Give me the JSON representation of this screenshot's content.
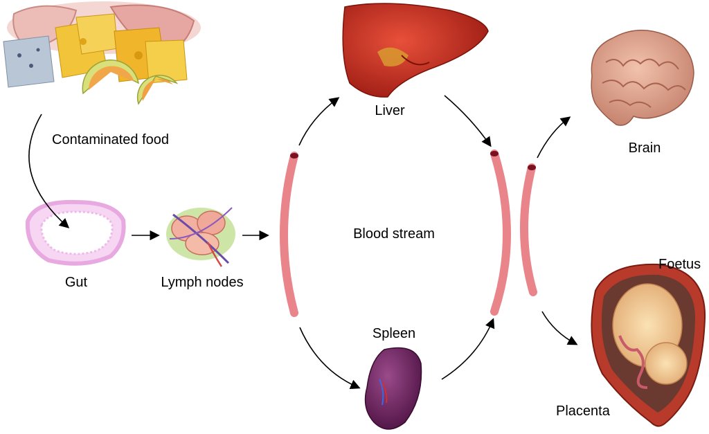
{
  "labels": {
    "contaminated_food": "Contaminated food",
    "gut": "Gut",
    "lymph_nodes": "Lymph nodes",
    "blood_stream": "Blood stream",
    "liver": "Liver",
    "spleen": "Spleen",
    "brain": "Brain",
    "foetus": "Foetus",
    "placenta": "Placenta"
  },
  "colors": {
    "vessel": "#e8848a",
    "vessel_end": "#7a1020",
    "arrow": "#000000",
    "text": "#000000",
    "liver": "#c0281c",
    "spleen": "#6a1f5a",
    "brain": "#e0a48e",
    "uterus": "#b83a2a",
    "foetus": "#f0c890",
    "gut": "#e8a8e0",
    "cheese": "#f2c43a",
    "melon": "#d9e07a"
  },
  "icons": [
    "contaminated-food-image",
    "gut-image",
    "lymph-node-image",
    "liver-image",
    "spleen-image",
    "brain-image",
    "uterus-foetus-image"
  ]
}
